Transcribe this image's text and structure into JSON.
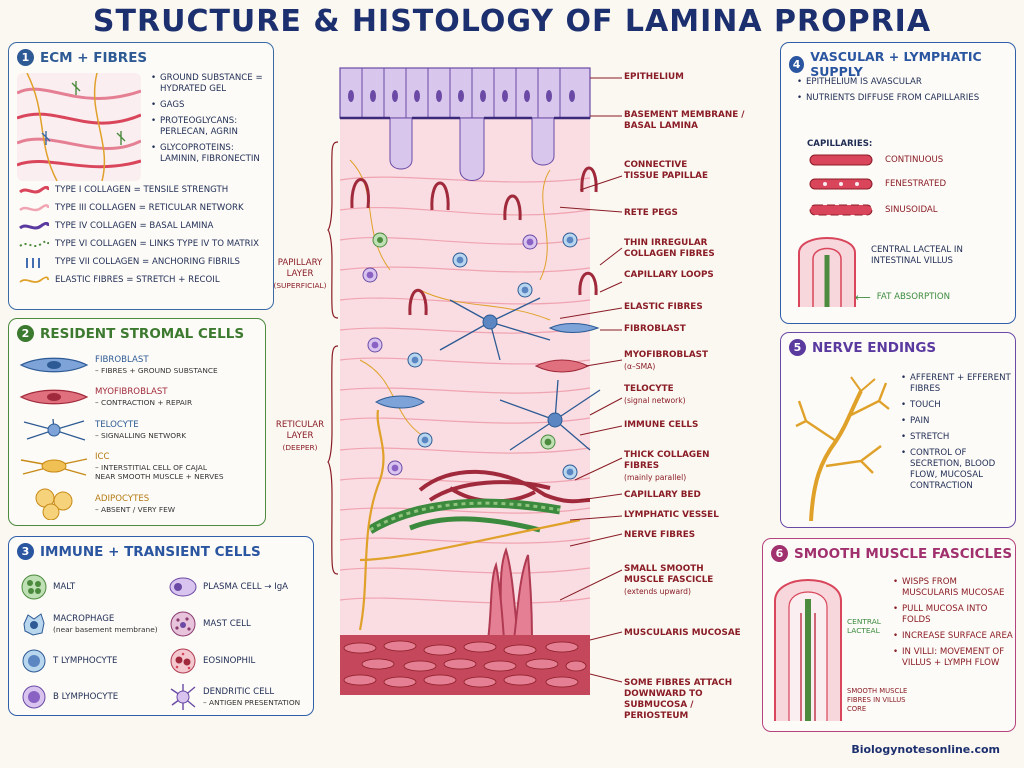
{
  "title": "STRUCTURE & HISTOLOGY OF LAMINA PROPRIA",
  "credit": "Biologynotesonline.com",
  "colors": {
    "navy": "#1c2f6e",
    "maroon": "#8a1c25",
    "collagen": "#d9455a",
    "fibroblast": "#3a6aa3",
    "lymph": "#3b8a3e",
    "nerve": "#e0a12a",
    "epithelium": "#b59ad6"
  },
  "panel1": {
    "num": "1",
    "title": "ECM + FIBRES",
    "bullets": [
      "GROUND SUBSTANCE = HYDRATED GEL",
      "GAGS",
      "PROTEOGLYCANS: PERLECAN, AGRIN",
      "GLYCOPROTEINS: LAMININ, FIBRONECTIN"
    ],
    "fibres": [
      {
        "icon": "type-i-collagen-icon",
        "text": "TYPE I COLLAGEN = TENSILE STRENGTH"
      },
      {
        "icon": "type-iii-collagen-icon",
        "text": "TYPE III COLLAGEN = RETICULAR NETWORK"
      },
      {
        "icon": "type-iv-collagen-icon",
        "text": "TYPE IV COLLAGEN = BASAL LAMINA"
      },
      {
        "icon": "type-vi-collagen-icon",
        "text": "TYPE VI COLLAGEN = LINKS TYPE IV TO MATRIX"
      },
      {
        "icon": "type-vii-collagen-icon",
        "text": "TYPE VII COLLAGEN = ANCHORING FIBRILS"
      },
      {
        "icon": "elastic-fibre-icon",
        "text": "ELASTIC FIBRES = STRETCH + RECOIL"
      }
    ]
  },
  "panel2": {
    "num": "2",
    "title": "RESIDENT STROMAL CELLS",
    "cells": [
      {
        "icon": "fibroblast-icon",
        "name": "FIBROBLAST",
        "desc": "– FIBRES + GROUND SUBSTANCE"
      },
      {
        "icon": "myofibroblast-icon",
        "name": "MYOFIBROBLAST",
        "desc": "– CONTRACTION + REPAIR"
      },
      {
        "icon": "telocyte-icon",
        "name": "TELOCYTE",
        "desc": "– SIGNALLING NETWORK"
      },
      {
        "icon": "icc-icon",
        "name": "ICC",
        "desc": "– INTERSTITIAL CELL OF CAJAL",
        "desc2": "NEAR SMOOTH MUSCLE + NERVES"
      },
      {
        "icon": "adipocyte-icon",
        "name": "ADIPOCYTES",
        "desc": "– ABSENT / VERY FEW"
      }
    ]
  },
  "panel3": {
    "num": "3",
    "title": "IMMUNE + TRANSIENT CELLS",
    "left": [
      {
        "icon": "malt-icon",
        "name": "MALT"
      },
      {
        "icon": "macrophage-icon",
        "name": "MACROPHAGE",
        "sub": "(near basement membrane)"
      },
      {
        "icon": "t-lymphocyte-icon",
        "name": "T LYMPHOCYTE"
      },
      {
        "icon": "b-lymphocyte-icon",
        "name": "B LYMPHOCYTE"
      }
    ],
    "right": [
      {
        "icon": "plasma-cell-icon",
        "name": "PLASMA CELL → IgA"
      },
      {
        "icon": "mast-cell-icon",
        "name": "MAST CELL"
      },
      {
        "icon": "eosinophil-icon",
        "name": "EOSINOPHIL"
      },
      {
        "icon": "dendritic-cell-icon",
        "name": "DENDRITIC CELL",
        "sub": "– ANTIGEN PRESENTATION"
      }
    ]
  },
  "panel4": {
    "num": "4",
    "title": "VASCULAR + LYMPHATIC SUPPLY",
    "bullets": [
      "EPITHELIUM IS AVASCULAR",
      "NUTRIENTS DIFFUSE FROM CAPILLARIES"
    ],
    "cap_title": "CAPILLARIES:",
    "caps": [
      "CONTINUOUS",
      "FENESTRATED",
      "SINUSOIDAL"
    ],
    "lacteal": "CENTRAL LACTEAL IN INTESTINAL VILLUS",
    "fat": "FAT ABSORPTION"
  },
  "panel5": {
    "num": "5",
    "title": "NERVE ENDINGS",
    "bullets": [
      "AFFERENT + EFFERENT FIBRES",
      "TOUCH",
      "PAIN",
      "STRETCH",
      "CONTROL OF SECRETION, BLOOD FLOW, MUCOSAL CONTRACTION"
    ]
  },
  "panel6": {
    "num": "6",
    "title": "SMOOTH MUSCLE FASCICLES",
    "bullets": [
      "WISPS FROM MUSCULARIS MUCOSAE",
      "PULL MUCOSA INTO FOLDS",
      "INCREASE SURFACE AREA",
      "IN VILLI: MOVEMENT OF VILLUS + LYMPH FLOW"
    ],
    "central": "CENTRAL LACTEAL",
    "fibres": "SMOOTH MUSCLE FIBRES IN VILLUS CORE"
  },
  "center": {
    "papillary": {
      "name": "PAPILLARY LAYER",
      "sub": "(SUPERFICIAL)"
    },
    "reticular": {
      "name": "RETICULAR LAYER",
      "sub": "(DEEPER)"
    },
    "labels": [
      {
        "text": "EPITHELIUM"
      },
      {
        "text": "BASEMENT MEMBRANE / BASAL LAMINA"
      },
      {
        "text": "CONNECTIVE TISSUE PAPILLAE"
      },
      {
        "text": "RETE PEGS"
      },
      {
        "text": "THIN IRREGULAR COLLAGEN FIBRES"
      },
      {
        "text": "CAPILLARY LOOPS"
      },
      {
        "text": "ELASTIC FIBRES"
      },
      {
        "text": "FIBROBLAST"
      },
      {
        "text": "MYOFIBROBLAST",
        "sub": "(α–SMA)"
      },
      {
        "text": "TELOCYTE",
        "sub": "(signal network)"
      },
      {
        "text": "IMMUNE CELLS"
      },
      {
        "text": "THICK COLLAGEN FIBRES",
        "sub": "(mainly parallel)"
      },
      {
        "text": "CAPILLARY BED"
      },
      {
        "text": "LYMPHATIC VESSEL"
      },
      {
        "text": "NERVE FIBRES"
      },
      {
        "text": "SMALL SMOOTH MUSCLE FASCICLE",
        "sub": "(extends upward)"
      },
      {
        "text": "MUSCULARIS MUCOSAE"
      },
      {
        "text": "SOME FIBRES ATTACH DOWNWARD TO SUBMUCOSA / PERIOSTEUM"
      }
    ]
  }
}
